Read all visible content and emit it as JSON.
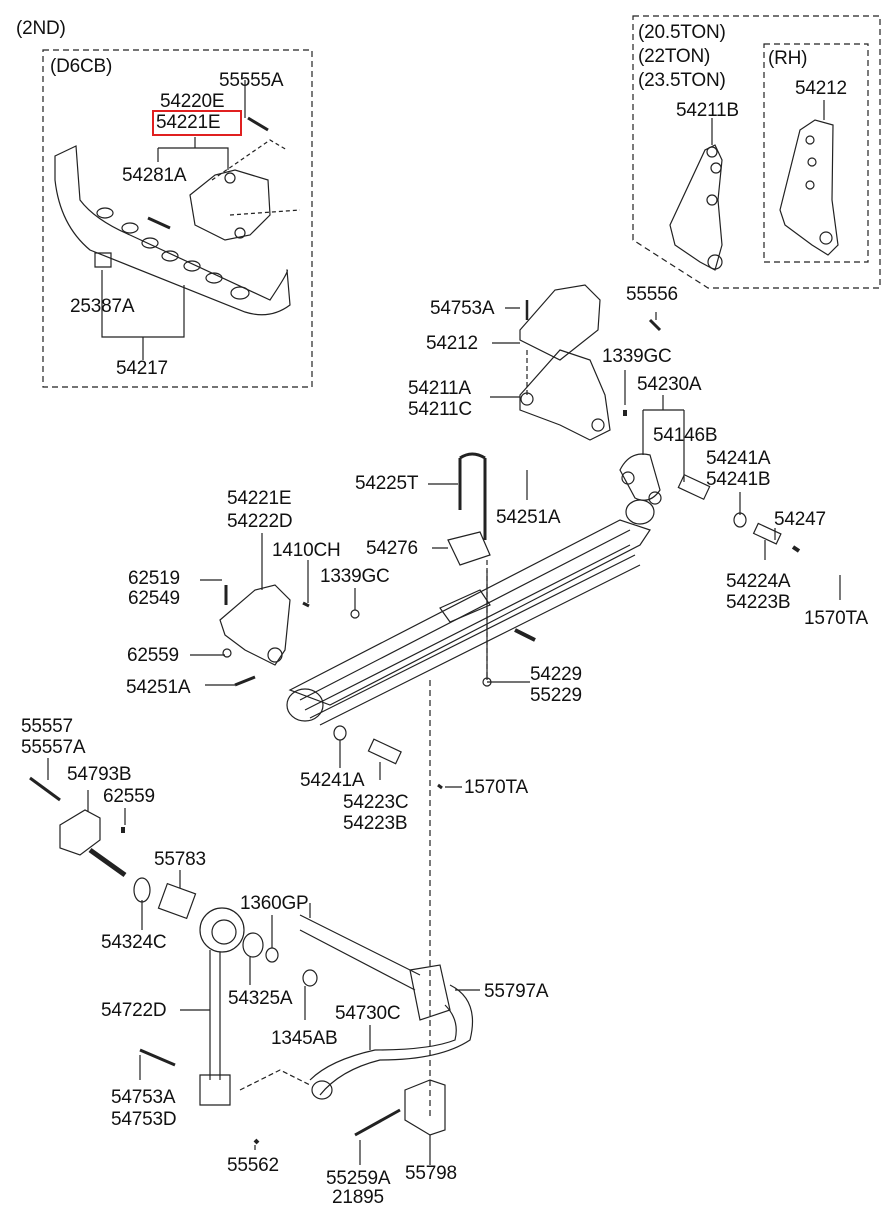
{
  "diagram": {
    "title": "Rear suspension / leaf spring parts diagram",
    "highlight_color": "#e02020",
    "sections": {
      "second": "(2ND)",
      "d6cb": "(D6CB)",
      "ton_variants": [
        "(20.5TON)",
        "(22TON)",
        "(23.5TON)"
      ],
      "rh": "(RH)"
    },
    "labels": {
      "p55555A": "55555A",
      "p54220E": "54220E",
      "p54221E_hl": "54221E",
      "p54281A": "54281A",
      "p25387A": "25387A",
      "p54217": "54217",
      "p54211B": "54211B",
      "p54212_rh": "54212",
      "p54753A_top": "54753A",
      "p55556": "55556",
      "p54212": "54212",
      "p1339GC_top": "1339GC",
      "p54211A": "54211A",
      "p54211C": "54211C",
      "p54230A": "54230A",
      "p54146B": "54146B",
      "p54241A_r": "54241A",
      "p54241B_r": "54241B",
      "p54247": "54247",
      "p54224A": "54224A",
      "p54223B_r": "54223B",
      "p1570TA_r": "1570TA",
      "p54225T": "54225T",
      "p54251A_top": "54251A",
      "p54276": "54276",
      "p54221E": "54221E",
      "p54222D": "54222D",
      "p1410CH": "1410CH",
      "p1339GC": "1339GC",
      "p62519": "62519",
      "p62549": "62549",
      "p62559_l": "62559",
      "p54251A": "54251A",
      "p54229": "54229",
      "p55229": "55229",
      "p54241A": "54241A",
      "p54223C": "54223C",
      "p54223B": "54223B",
      "p1570TA": "1570TA",
      "p55557": "55557",
      "p55557A": "55557A",
      "p54793B": "54793B",
      "p62559": "62559",
      "p55783": "55783",
      "p54324C": "54324C",
      "p1360GP": "1360GP",
      "p54325A": "54325A",
      "p1345AB": "1345AB",
      "p54722D": "54722D",
      "p54730C": "54730C",
      "p55797A": "55797A",
      "p54753A": "54753A",
      "p54753D": "54753D",
      "p55562": "55562",
      "p55259A": "55259A",
      "p21895": "21895",
      "p55798": "55798"
    }
  }
}
